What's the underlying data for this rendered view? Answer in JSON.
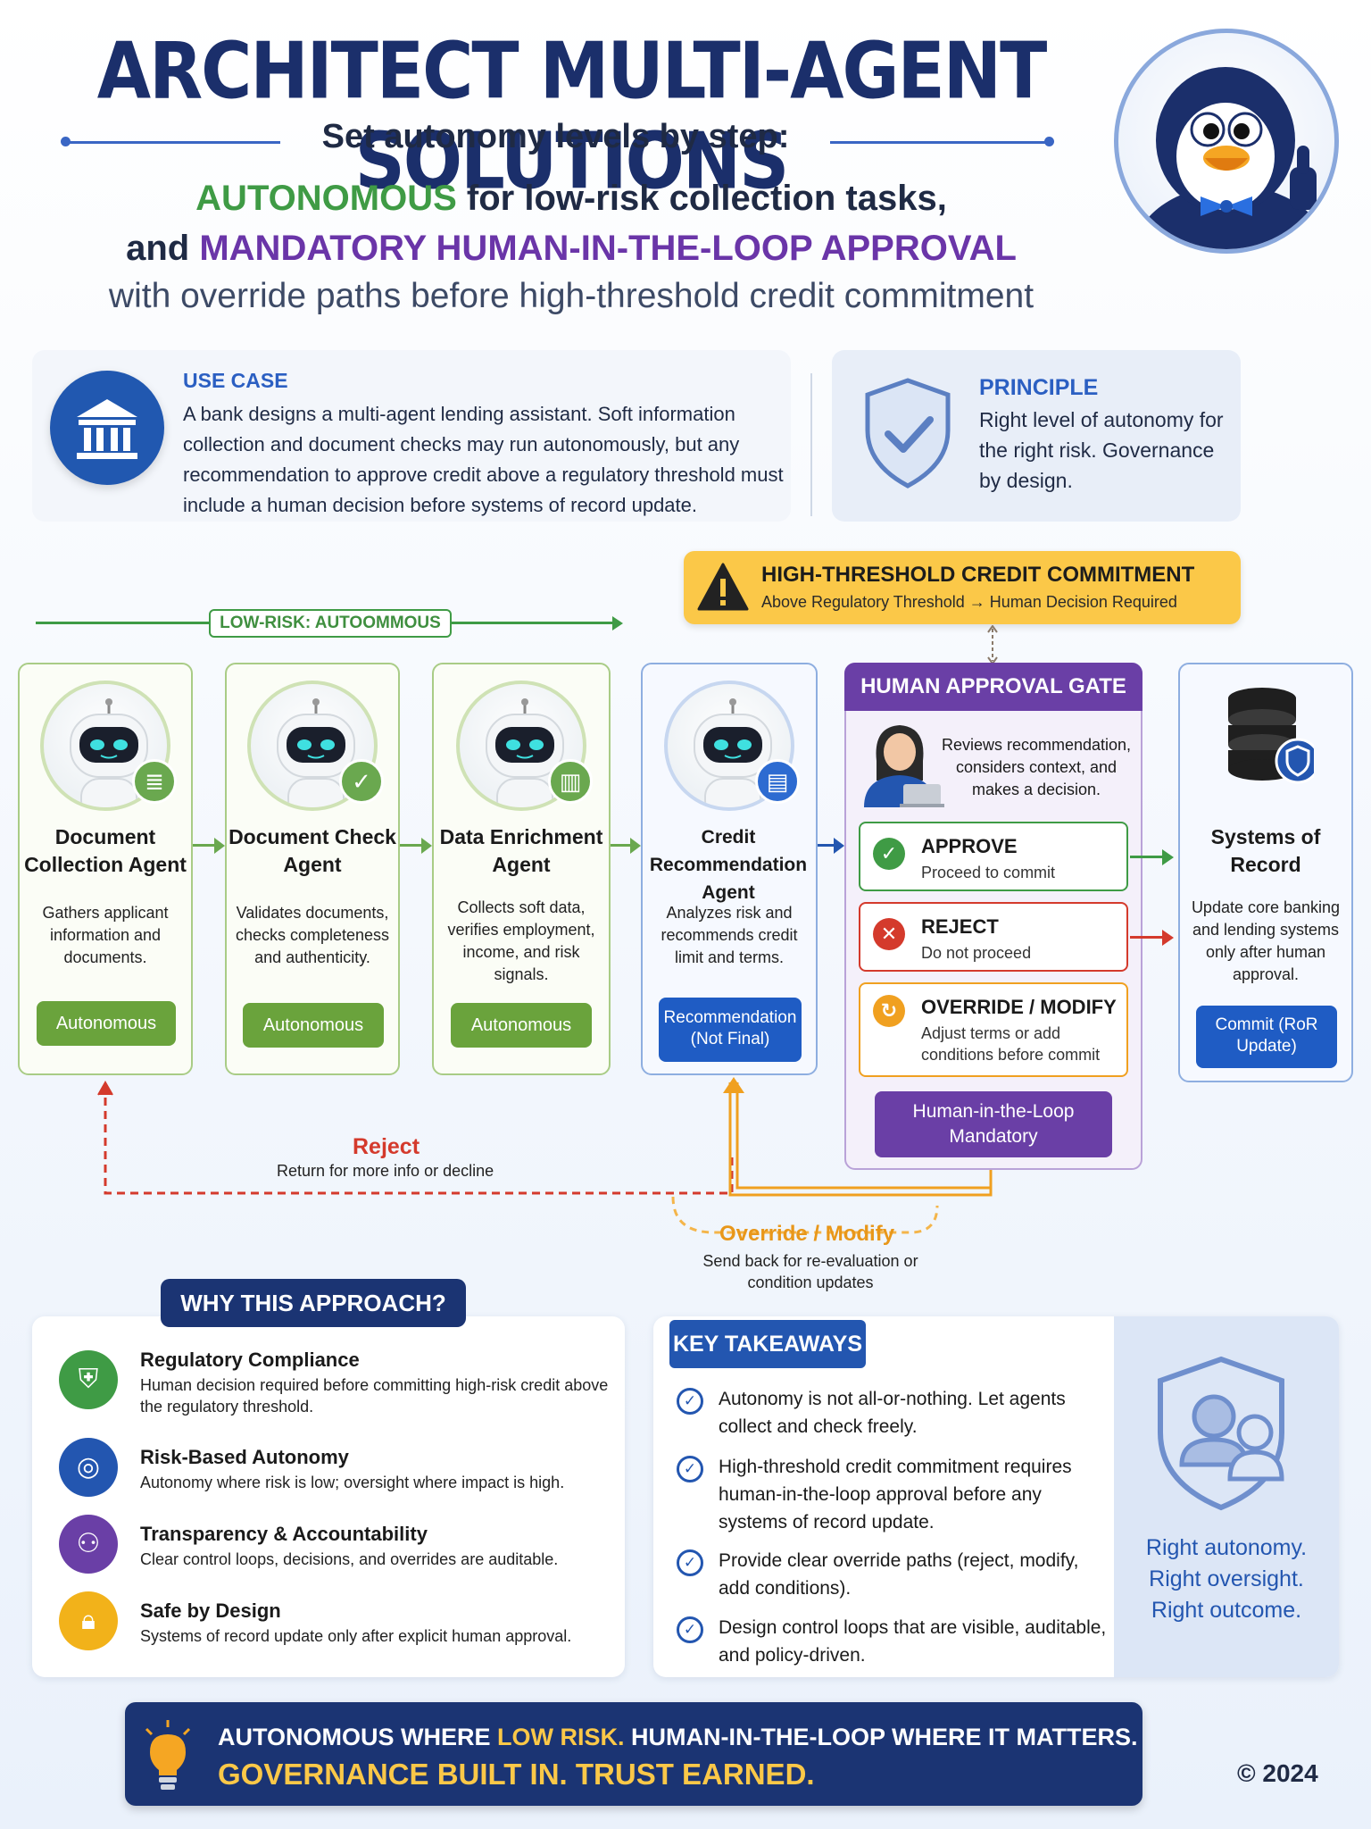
{
  "header": {
    "title": "ARCHITECT MULTI-AGENT SOLUTIONS",
    "subtitle": "Set autonomy levels by step:",
    "line1_highlight": "AUTONOMOUS",
    "line1_rest": " for low-risk collection tasks,",
    "line2_prefix": "and ",
    "line2_highlight": "MANDATORY HUMAN-IN-THE-LOOP APPROVAL",
    "line3": "with override paths before high-threshold credit commitment"
  },
  "use_case": {
    "label": "USE CASE",
    "text": "A bank designs a multi-agent lending assistant. Soft information collection and document checks may run autonomously, but any recommendation to approve credit above a regulatory threshold must include a human decision before systems of record update."
  },
  "principle": {
    "label": "PRINCIPLE",
    "text": "Right level of autonomy for the right risk. Governance by design."
  },
  "high_threshold": {
    "title": "HIGH-THRESHOLD CREDIT COMMITMENT",
    "subtitle": "Above Regulatory Threshold → Human Decision Required"
  },
  "low_risk_label": "LOW-RISK: AUTOOMMOUS",
  "agents": [
    {
      "name": "Document Collection Agent",
      "desc": "Gathers applicant information and documents.",
      "status": "Autonomous",
      "icon": "document-icon"
    },
    {
      "name": "Document Check Agent",
      "desc": "Validates documents, checks completeness and authenticity.",
      "status": "Autonomous",
      "icon": "checkmark-icon"
    },
    {
      "name": "Data Enrichment Agent",
      "desc": "Collects soft data, verifies employment, income, and risk signals.",
      "status": "Autonomous",
      "icon": "bar-chart-icon"
    },
    {
      "name": "Credit Recommendation Agent",
      "desc": "Analyzes risk and recommends credit limit and terms.",
      "status": "Recommendation (Not Final)",
      "icon": "chart-icon"
    }
  ],
  "gate": {
    "title": "HUMAN APPROVAL GATE",
    "text": "Reviews recommendation, considers context, and makes a decision.",
    "choices": [
      {
        "title": "APPROVE",
        "sub": "Proceed to commit",
        "color": "#3f9b45",
        "icon": "✓"
      },
      {
        "title": "REJECT",
        "sub": "Do not proceed",
        "color": "#d43a2c",
        "icon": "✕"
      },
      {
        "title": "OVERRIDE / MODIFY",
        "sub": "Adjust terms or add conditions before commit",
        "color": "#f0a020",
        "icon": "↻"
      }
    ],
    "pill": "Human-in-the-Loop Mandatory"
  },
  "systems_of_record": {
    "name": "Systems of Record",
    "desc": "Update core banking and lending systems only after human approval.",
    "action": "Commit (RoR Update)"
  },
  "loops": {
    "reject_label": "Reject",
    "reject_sub": "Return for more info or decline",
    "override_label": "Override / Modify",
    "override_sub": "Send back for re-evaluation or condition updates"
  },
  "why": {
    "header": "WHY THIS APPROACH?",
    "items": [
      {
        "title": "Regulatory Compliance",
        "text": "Human decision required before committing high-risk credit above the regulatory threshold.",
        "color": "#3f9b45",
        "icon": "shield-check-icon"
      },
      {
        "title": "Risk-Based Autonomy",
        "text": "Autonomy where risk is low; oversight where impact is high.",
        "color": "#2356b0",
        "icon": "target-icon"
      },
      {
        "title": "Transparency & Accountability",
        "text": "Clear control loops, decisions, and overrides are auditable.",
        "color": "#6a3fa6",
        "icon": "people-icon"
      },
      {
        "title": "Safe by Design",
        "text": "Systems of record update only after explicit human approval.",
        "color": "#f2b21a",
        "icon": "lock-icon"
      }
    ]
  },
  "takeaways": {
    "header": "KEY TAKEAWAYS",
    "items": [
      "Autonomy is not all-or-nothing. Let agents collect and check freely.",
      "High-threshold credit commitment requires human-in-the-loop approval before any systems of record update.",
      "Provide clear override paths (reject, modify, add conditions).",
      "Design control loops that are visible, auditable, and policy-driven."
    ],
    "slogan": "Right autonomy. Right oversight. Right outcome."
  },
  "footer": {
    "line1_a": "AUTONOMOUS WHERE ",
    "line1_b": "LOW RISK.",
    "line1_c": "  HUMAN-IN-THE-LOOP WHERE IT MATTERS.",
    "line2": "GOVERNANCE BUILT IN. TRUST EARNED.",
    "copyright": "© 2024"
  }
}
